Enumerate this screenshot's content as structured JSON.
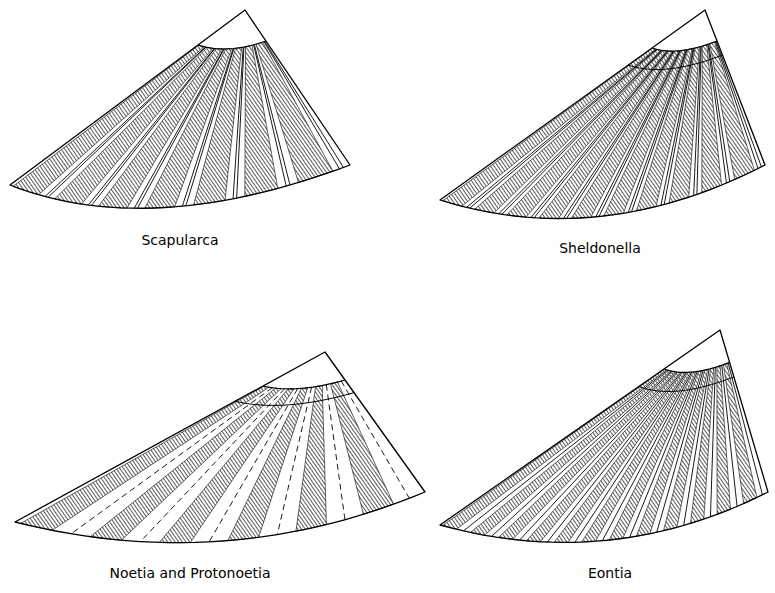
{
  "diagram": {
    "labels": [
      "Scapularca",
      "Sheldonella",
      "Noetia and Protonoetia",
      "Eontia"
    ]
  }
}
